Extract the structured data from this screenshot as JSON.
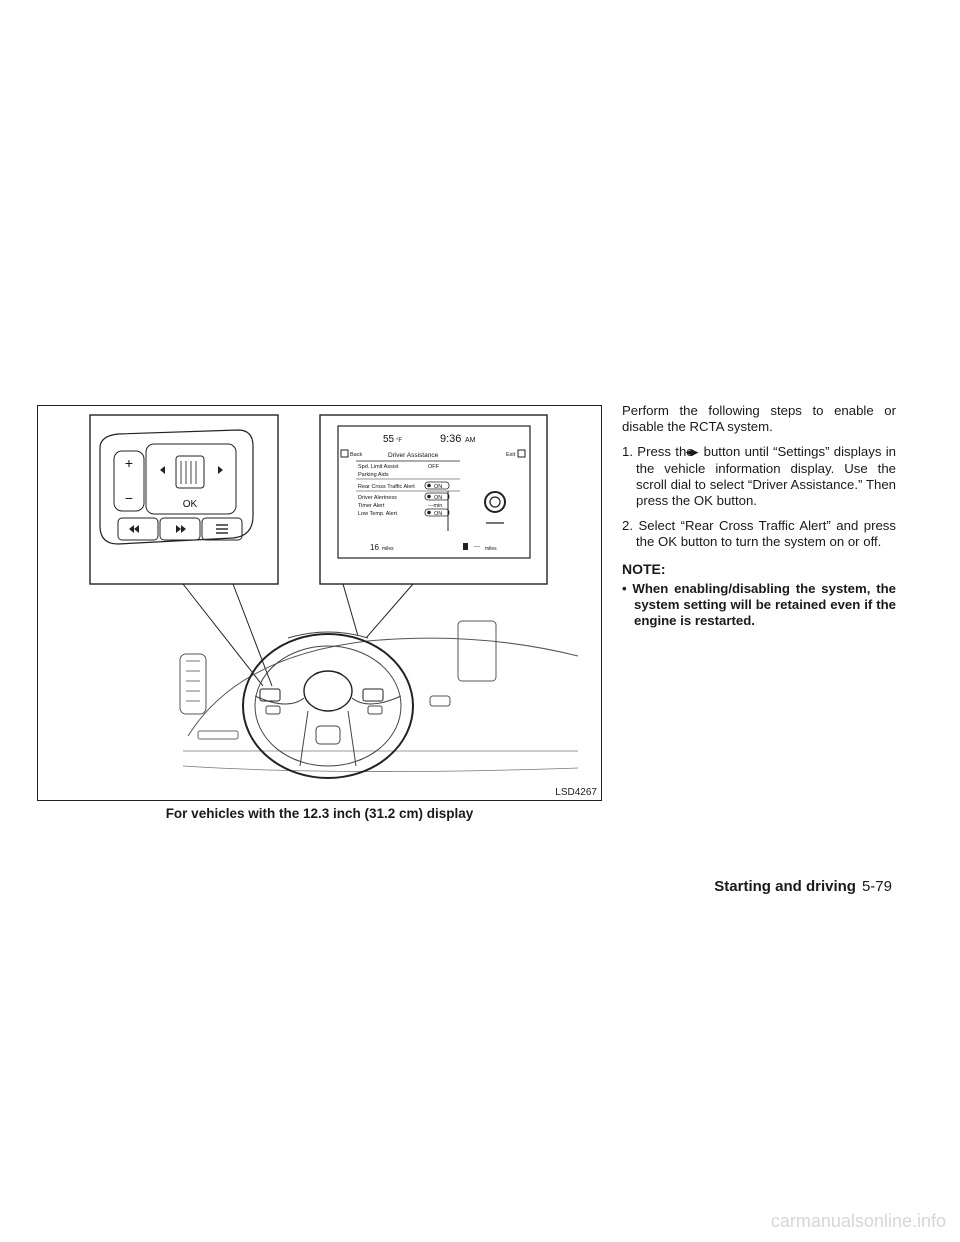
{
  "figure": {
    "id": "LSD4267",
    "caption": "For vehicles with the 12.3 inch (31.2 cm) display",
    "display": {
      "temp": "55",
      "temp_unit": "°F",
      "time": "9:36",
      "ampm": "AM",
      "back": "Back",
      "title": "Driver Assistance",
      "exit": "Exit",
      "rows": [
        {
          "label": "Spd. Limit Assist",
          "value": "OFF"
        },
        {
          "label": "Parking Aids",
          "value": ""
        },
        {
          "label": "Rear Cross Traffic Alert",
          "value": "ON"
        },
        {
          "label": "Driver Alertness",
          "value": "ON"
        },
        {
          "label": "Timer Alert",
          "value": "---min"
        },
        {
          "label": "Low Temp. Alert",
          "value": "ON"
        }
      ],
      "odo": "16",
      "odo_unit": "miles",
      "range": "---",
      "range_unit": "miles"
    },
    "switch": {
      "plus": "+",
      "minus": "−",
      "ok": "OK"
    }
  },
  "text": {
    "intro": "Perform the following steps to enable or disable the RCTA system.",
    "step1_pre": "1. Press the",
    "step1_post": "button until “Settings” displays in the vehicle information display. Use the scroll dial to select “Driver Assistance.” Then press the OK button.",
    "step2": "2. Select “Rear Cross Traffic Alert” and press the OK button to turn the system on or off.",
    "note_head": "NOTE:",
    "bullet": "• When enabling/disabling the system, the system setting will be retained even if the engine is restarted."
  },
  "footer": {
    "section": "Starting and driving",
    "page": "5-79"
  },
  "watermark": "carmanualsonline.info"
}
